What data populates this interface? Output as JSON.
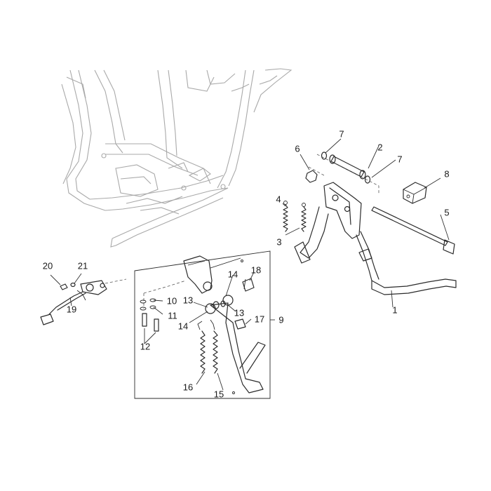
{
  "callouts": [
    {
      "id": "c1",
      "text": "1"
    },
    {
      "id": "c2",
      "text": "2"
    },
    {
      "id": "c3",
      "text": "3"
    },
    {
      "id": "c4",
      "text": "4"
    },
    {
      "id": "c5",
      "text": "5"
    },
    {
      "id": "c6",
      "text": "6"
    },
    {
      "id": "c7a",
      "text": "7"
    },
    {
      "id": "c7b",
      "text": "7"
    },
    {
      "id": "c8",
      "text": "8"
    },
    {
      "id": "c9",
      "text": "9"
    },
    {
      "id": "c10",
      "text": "10"
    },
    {
      "id": "c11",
      "text": "11"
    },
    {
      "id": "c12",
      "text": "12"
    },
    {
      "id": "c13a",
      "text": "13"
    },
    {
      "id": "c13b",
      "text": "13"
    },
    {
      "id": "c14a",
      "text": "14"
    },
    {
      "id": "c14b",
      "text": "14"
    },
    {
      "id": "c15",
      "text": "15"
    },
    {
      "id": "c16",
      "text": "16"
    },
    {
      "id": "c17",
      "text": "17"
    },
    {
      "id": "c18",
      "text": "18"
    },
    {
      "id": "c19",
      "text": "19"
    },
    {
      "id": "c20",
      "text": "20"
    },
    {
      "id": "c21",
      "text": "21"
    }
  ]
}
